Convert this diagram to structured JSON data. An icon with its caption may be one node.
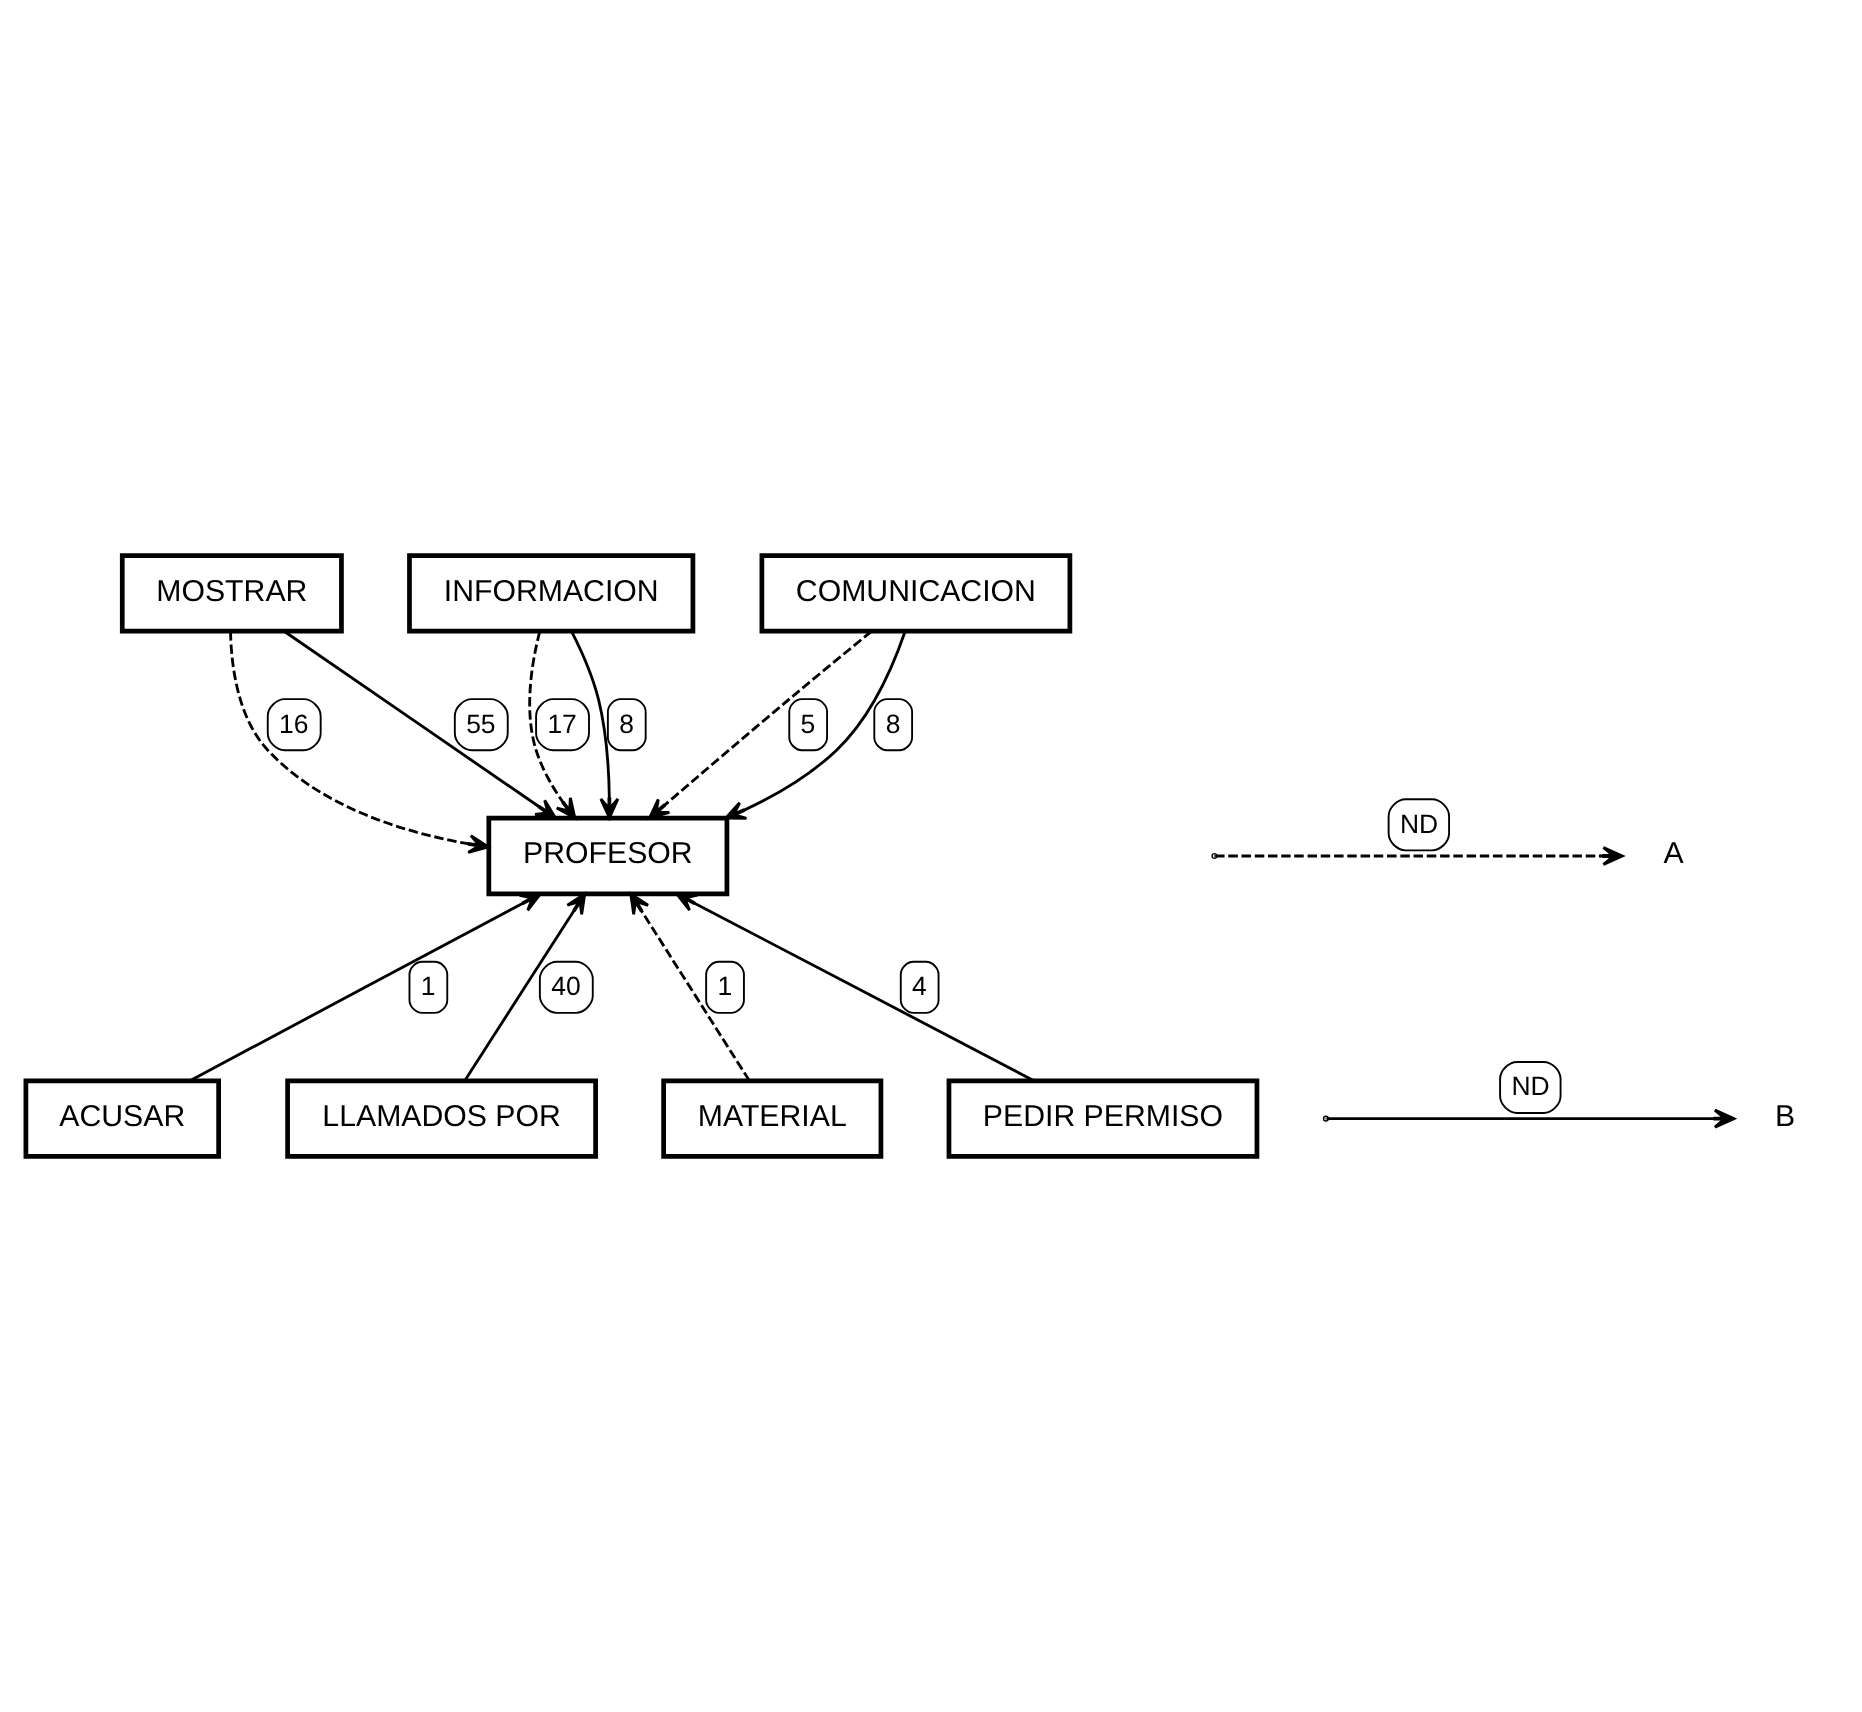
{
  "diagram": {
    "nodes": [
      {
        "text": [
          "MOSTRAR"
        ]
      },
      {
        "text": [
          "INFORMACION"
        ]
      },
      {
        "text": [
          "COMUNICACION"
        ]
      },
      {
        "text": [
          "PROFESOR"
        ]
      },
      {
        "text": [
          "ACUSAR"
        ]
      },
      {
        "text": [
          "LLAMADOS POR"
        ]
      },
      {
        "text": [
          "MATERIAL"
        ]
      },
      {
        "text": [
          "PEDIR PERMISO"
        ]
      }
    ],
    "edges": [
      {
        "from": 0,
        "to": 3,
        "arrow": "to",
        "label": "16",
        "style": "dashed"
      },
      {
        "from": 0,
        "to": 3,
        "arrow": "to",
        "label": "55"
      },
      {
        "from": 1,
        "to": 3,
        "arrow": "to",
        "label": "17",
        "style": "dashed"
      },
      {
        "from": 1,
        "to": 3,
        "arrow": "to",
        "label": "8"
      },
      {
        "from": 2,
        "to": 3,
        "arrow": "to",
        "label": "5",
        "style": "dashed"
      },
      {
        "from": 2,
        "to": 3,
        "arrow": "to",
        "label": "8"
      },
      {
        "from": 4,
        "to": 3,
        "arrow": "to",
        "label": "1"
      },
      {
        "from": 5,
        "to": 3,
        "arrow": "to",
        "label": "40"
      },
      {
        "from": 6,
        "to": 3,
        "arrow": "to",
        "label": "1",
        "style": "dashed"
      },
      {
        "from": 7,
        "to": 3,
        "arrow": "to",
        "label": "4"
      }
    ],
    "labels": [
      "ND",
      "ND"
    ],
    "legend": [
      {
        "text": "A"
      },
      {
        "text": "B"
      }
    ]
  }
}
